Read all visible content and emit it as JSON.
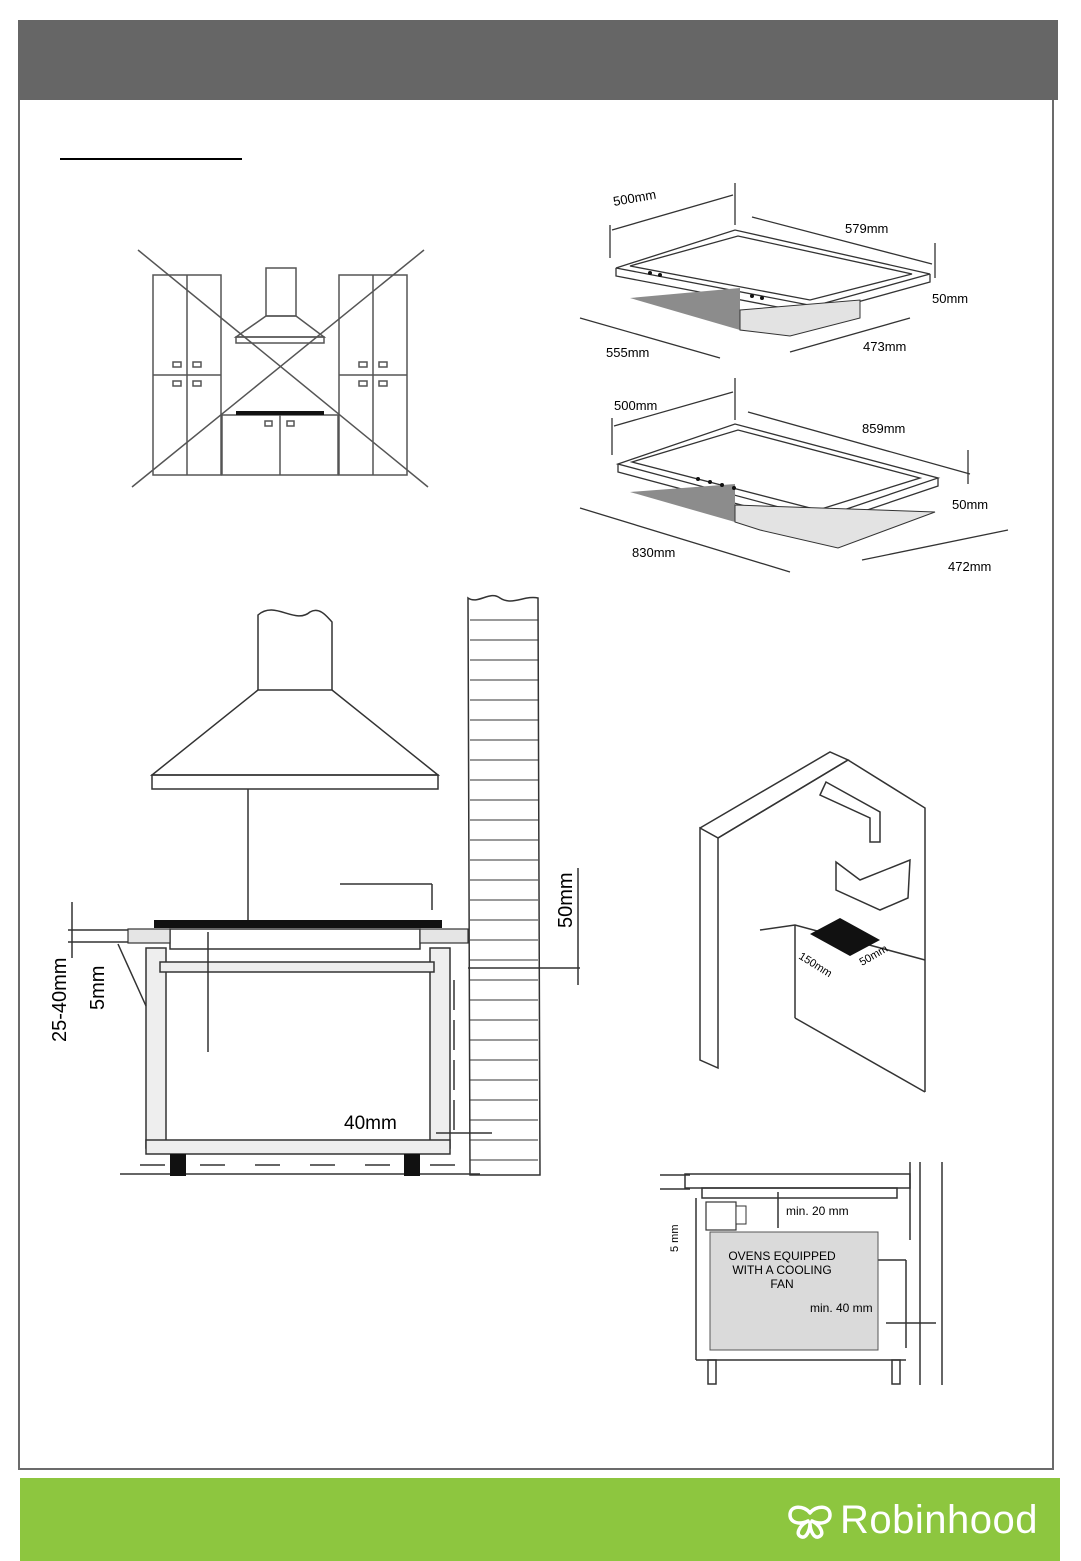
{
  "hob_small": {
    "width": "500mm",
    "length": "579mm",
    "height": "50mm",
    "cut_width": "555mm",
    "cut_depth": "473mm"
  },
  "hob_large": {
    "width": "500mm",
    "length": "859mm",
    "height": "50mm",
    "cut_width": "830mm",
    "cut_depth": "472mm"
  },
  "section": {
    "top_gap": "50mm",
    "worktop": "25-40mm",
    "gap": "5mm",
    "side": "40mm"
  },
  "corner": {
    "left": "150mm",
    "right": "50mm"
  },
  "oven": {
    "gap": "5 mm",
    "top": "min. 20 mm",
    "label_1": "OVENS EQUIPPED",
    "label_2": "WITH A COOLING",
    "label_3": "FAN",
    "side": "min. 40 mm"
  },
  "footer": {
    "brand": "Robinhood"
  },
  "colors": {
    "header": "#666666",
    "footer": "#8dc63f",
    "logo": "#ffffff"
  }
}
